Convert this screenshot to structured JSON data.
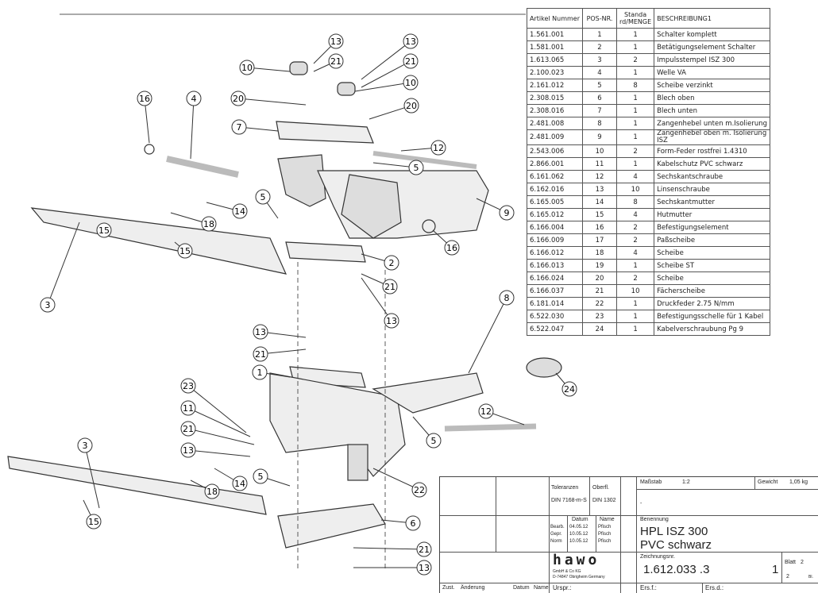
{
  "balloons": [
    "13",
    "21",
    "10",
    "13",
    "21",
    "10",
    "20",
    "20",
    "7",
    "16",
    "4",
    "12",
    "5",
    "9",
    "5",
    "14",
    "18",
    "15",
    "15",
    "16",
    "2",
    "21",
    "13",
    "3",
    "8",
    "13",
    "21",
    "1",
    "23",
    "11",
    "21",
    "13",
    "24",
    "12",
    "5",
    "5",
    "14",
    "18",
    "3",
    "15",
    "22",
    "6",
    "21",
    "13"
  ],
  "parts_list": {
    "headers": [
      "Artikel Nummer",
      "POS-NR.",
      "Standa rd/MENGE",
      "BESCHREIBUNG1"
    ],
    "rows": [
      [
        "1.561.001",
        "1",
        "1",
        "Schalter komplett"
      ],
      [
        "1.581.001",
        "2",
        "1",
        "Betätigungselement Schalter"
      ],
      [
        "1.613.065",
        "3",
        "2",
        "Impulsstempel ISZ 300"
      ],
      [
        "2.100.023",
        "4",
        "1",
        "Welle VA"
      ],
      [
        "2.161.012",
        "5",
        "8",
        "Scheibe verzinkt"
      ],
      [
        "2.308.015",
        "6",
        "1",
        "Blech oben"
      ],
      [
        "2.308.016",
        "7",
        "1",
        "Blech unten"
      ],
      [
        "2.481.008",
        "8",
        "1",
        "Zangenhebel unten m.Isolierung"
      ],
      [
        "2.481.009",
        "9",
        "1",
        "Zangenhebel oben m. Isolierung ISZ"
      ],
      [
        "2.543.006",
        "10",
        "2",
        "Form-Feder rostfrei 1.4310"
      ],
      [
        "2.866.001",
        "11",
        "1",
        "Kabelschutz PVC schwarz"
      ],
      [
        "6.161.062",
        "12",
        "4",
        "Sechskantschraube"
      ],
      [
        "6.162.016",
        "13",
        "10",
        "Linsenschraube"
      ],
      [
        "6.165.005",
        "14",
        "8",
        "Sechskantmutter"
      ],
      [
        "6.165.012",
        "15",
        "4",
        "Hutmutter"
      ],
      [
        "6.166.004",
        "16",
        "2",
        "Befestigungselement"
      ],
      [
        "6.166.009",
        "17",
        "2",
        "Paßscheibe"
      ],
      [
        "6.166.012",
        "18",
        "4",
        "Scheibe"
      ],
      [
        "6.166.013",
        "19",
        "1",
        "Scheibe ST"
      ],
      [
        "6.166.024",
        "20",
        "2",
        "Scheibe"
      ],
      [
        "6.166.037",
        "21",
        "10",
        "Fächerscheibe"
      ],
      [
        "6.181.014",
        "22",
        "1",
        "Druckfeder 2.75 N/mm"
      ],
      [
        "6.522.030",
        "23",
        "1",
        "Befestigungsschelle für 1 Kabel"
      ],
      [
        "6.522.047",
        "24",
        "1",
        "Kabelverschraubung Pg 9"
      ]
    ]
  },
  "title_block": {
    "toleranzen_label": "Toleranzen",
    "toleranzen": "DIN 7168-m-S",
    "oberfl_label": "Oberfl.",
    "oberfl": "DIN 1302",
    "massstab_label": "Maßstab",
    "massstab": "1:2",
    "gewicht_label": "Gewicht",
    "gewicht": "1,05 kg",
    "dash": "-",
    "datum_label": "Datum",
    "name_label": "Name",
    "rows": [
      [
        "Bearb.",
        "04.05.12",
        "Pfisch"
      ],
      [
        "Gepr.",
        "10.05.12",
        "Pfisch"
      ],
      [
        "Norm",
        "10.05.12",
        "Pfisch"
      ]
    ],
    "benennung_label": "Benennung",
    "benennung1": "HPL ISZ 300",
    "benennung2": "PVC schwarz",
    "logo": "hawo",
    "company1": "GmbH & Co KG",
    "company2": "D-74847 Obrigheim Germany",
    "zeichnungsnr_label": "Zeichnungsnr.",
    "zeichnungsnr": "1.612.033 .3",
    "index": "1",
    "blatt_label": "Blatt",
    "blatt": "2",
    "bl_total": "2",
    "bl_label": "Bl.",
    "zust": "Zust.",
    "aenderung": "Änderung",
    "datum2": "Datum",
    "name2": "Name",
    "urspr": "Urspr.:",
    "ersf": "Ers.f.:",
    "ersd": "Ers.d.:"
  }
}
